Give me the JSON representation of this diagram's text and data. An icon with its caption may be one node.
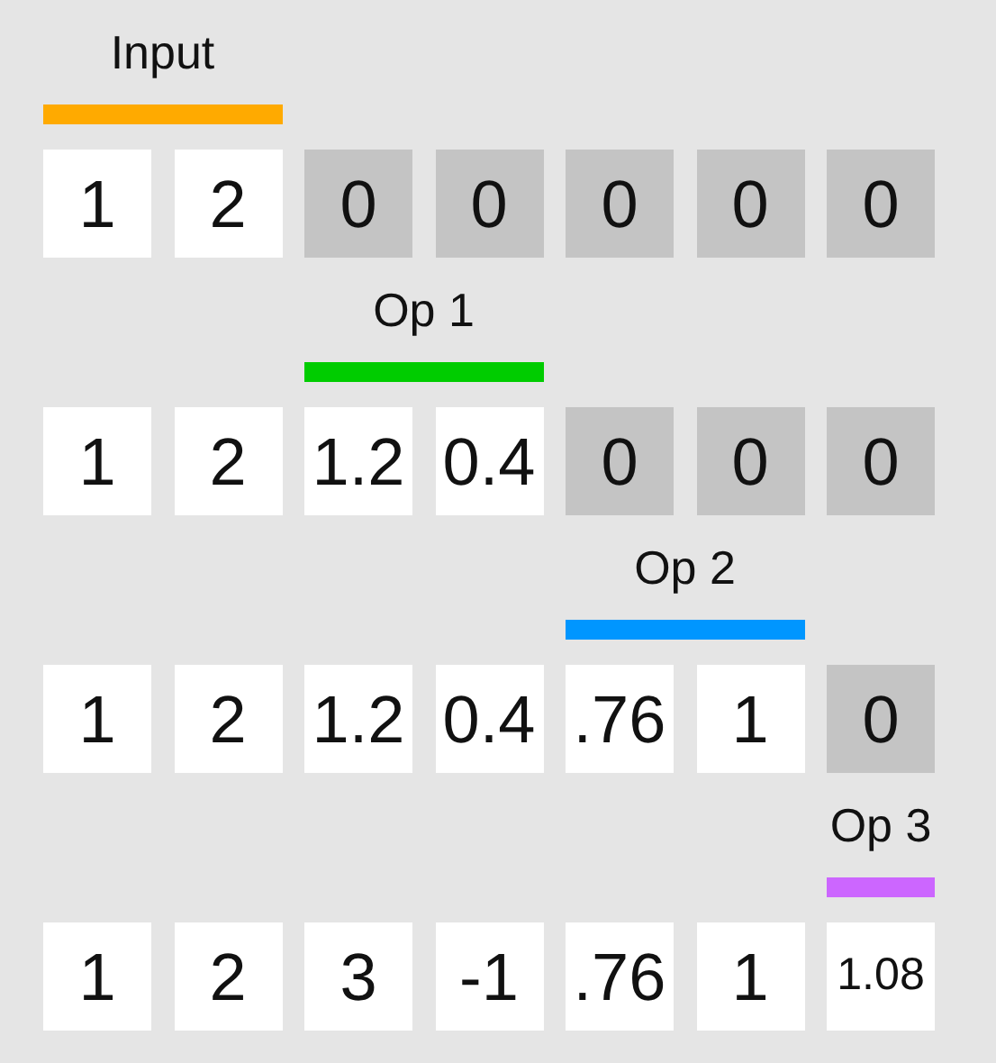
{
  "diagram": {
    "nodes": [
      {
        "text": [
          "Input"
        ]
      },
      {
        "text": [
          "1"
        ]
      },
      {
        "text": [
          "2"
        ]
      },
      {
        "text": [
          "0"
        ]
      },
      {
        "text": [
          "0"
        ]
      },
      {
        "text": [
          "0"
        ]
      },
      {
        "text": [
          "0"
        ]
      },
      {
        "text": [
          "0"
        ]
      },
      {
        "text": [
          "Op 1"
        ]
      },
      {
        "text": [
          "1"
        ]
      },
      {
        "text": [
          "2"
        ]
      },
      {
        "text": [
          "1.2"
        ]
      },
      {
        "text": [
          "0.4"
        ]
      },
      {
        "text": [
          "0"
        ]
      },
      {
        "text": [
          "0"
        ]
      },
      {
        "text": [
          "0"
        ]
      },
      {
        "text": [
          "Op 2"
        ]
      },
      {
        "text": [
          "1"
        ]
      },
      {
        "text": [
          "2"
        ]
      },
      {
        "text": [
          "1.2"
        ]
      },
      {
        "text": [
          "0.4"
        ]
      },
      {
        "text": [
          ".76"
        ]
      },
      {
        "text": [
          "1"
        ]
      },
      {
        "text": [
          "0"
        ]
      },
      {
        "text": [
          "Op 3"
        ]
      },
      {
        "text": [
          "1"
        ]
      },
      {
        "text": [
          "2"
        ]
      },
      {
        "text": [
          "3"
        ]
      },
      {
        "text": [
          "-1"
        ]
      },
      {
        "text": [
          ".76"
        ]
      },
      {
        "text": [
          "1"
        ]
      },
      {
        "text": [
          "1.08"
        ]
      }
    ]
  }
}
